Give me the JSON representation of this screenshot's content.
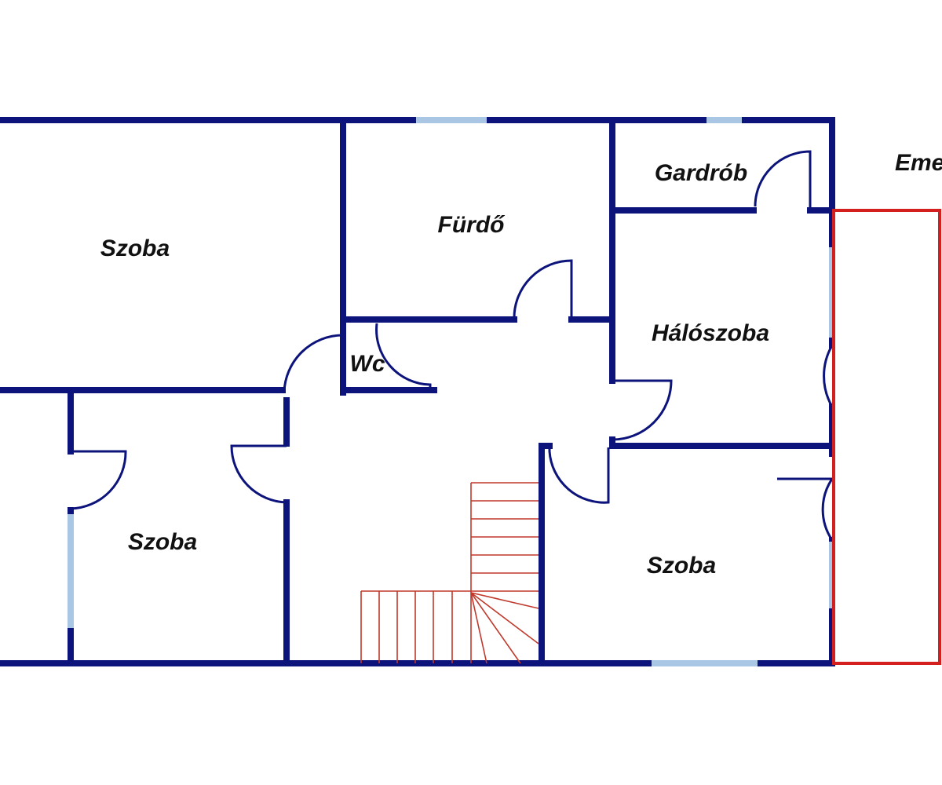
{
  "rooms": {
    "szoba_top_left": "Szoba",
    "furdo": "Fürdő",
    "gardrob": "Gardrób",
    "haloszoba": "Hálószoba",
    "wc": "Wc",
    "szoba_bottom_left": "Szoba",
    "szoba_bottom_right": "Szoba",
    "emelet_partial": "Eme"
  },
  "colors": {
    "wall": "#0c137a",
    "window": "#a9c6e4",
    "stairs": "#c0392b",
    "balcony": "#d41f1f"
  }
}
